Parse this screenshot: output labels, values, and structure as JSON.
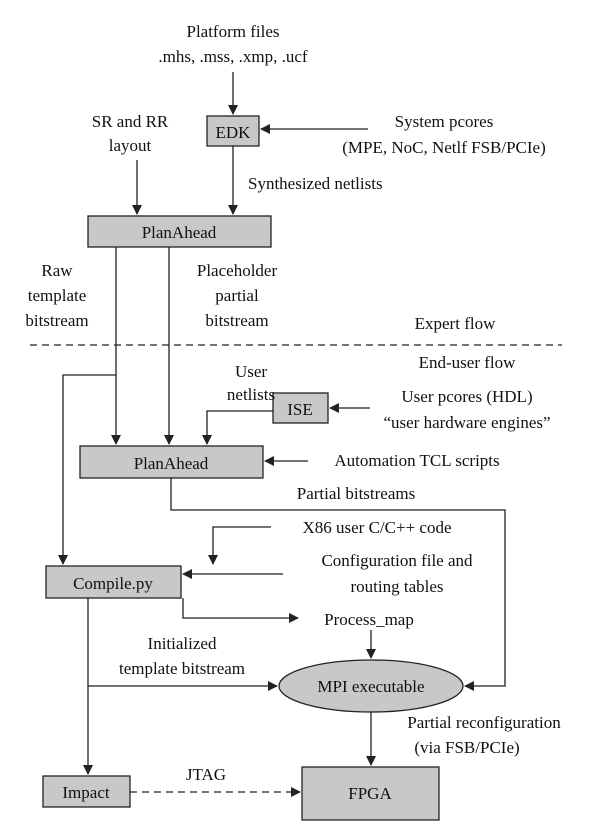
{
  "labels": {
    "platform_files_line1": "Platform files",
    "platform_files_line2": ".mhs, .mss, .xmp, .ucf",
    "sr_rr_line1": "SR and RR",
    "sr_rr_line2": "layout",
    "system_pcores_line1": "System pcores",
    "system_pcores_line2": "(MPE, NoC, Netlf FSB/PCIe)",
    "synthesized_netlists": "Synthesized netlists",
    "raw_template_line1": "Raw",
    "raw_template_line2": "template",
    "raw_template_line3": "bitstream",
    "placeholder_line1": "Placeholder",
    "placeholder_line2": "partial",
    "placeholder_line3": "bitstream",
    "expert_flow": "Expert flow",
    "end_user_flow": "End-user flow",
    "user_netlists_line1": "User",
    "user_netlists_line2": "netlists",
    "user_pcores_line1": "User pcores (HDL)",
    "user_pcores_line2": "“user hardware engines”",
    "automation_tcl": "Automation TCL scripts",
    "partial_bitstreams": "Partial bitstreams",
    "x86_code": "X86 user C/C++ code",
    "config_file_line1": "Configuration file and",
    "config_file_line2": "routing tables",
    "process_map": "Process_map",
    "initialized_line1": "Initialized",
    "initialized_line2": "template bitstream",
    "partial_reconfig_line1": "Partial reconfiguration",
    "partial_reconfig_line2": "(via FSB/PCIe)",
    "jtag": "JTAG"
  },
  "boxes": {
    "edk": "EDK",
    "planahead_top": "PlanAhead",
    "ise": "ISE",
    "planahead_bottom": "PlanAhead",
    "compile_py": "Compile.py",
    "mpi_executable": "MPI executable",
    "impact": "Impact",
    "fpga": "FPGA"
  },
  "colors": {
    "box_fill": "#c8c8c8",
    "line": "#222222"
  }
}
